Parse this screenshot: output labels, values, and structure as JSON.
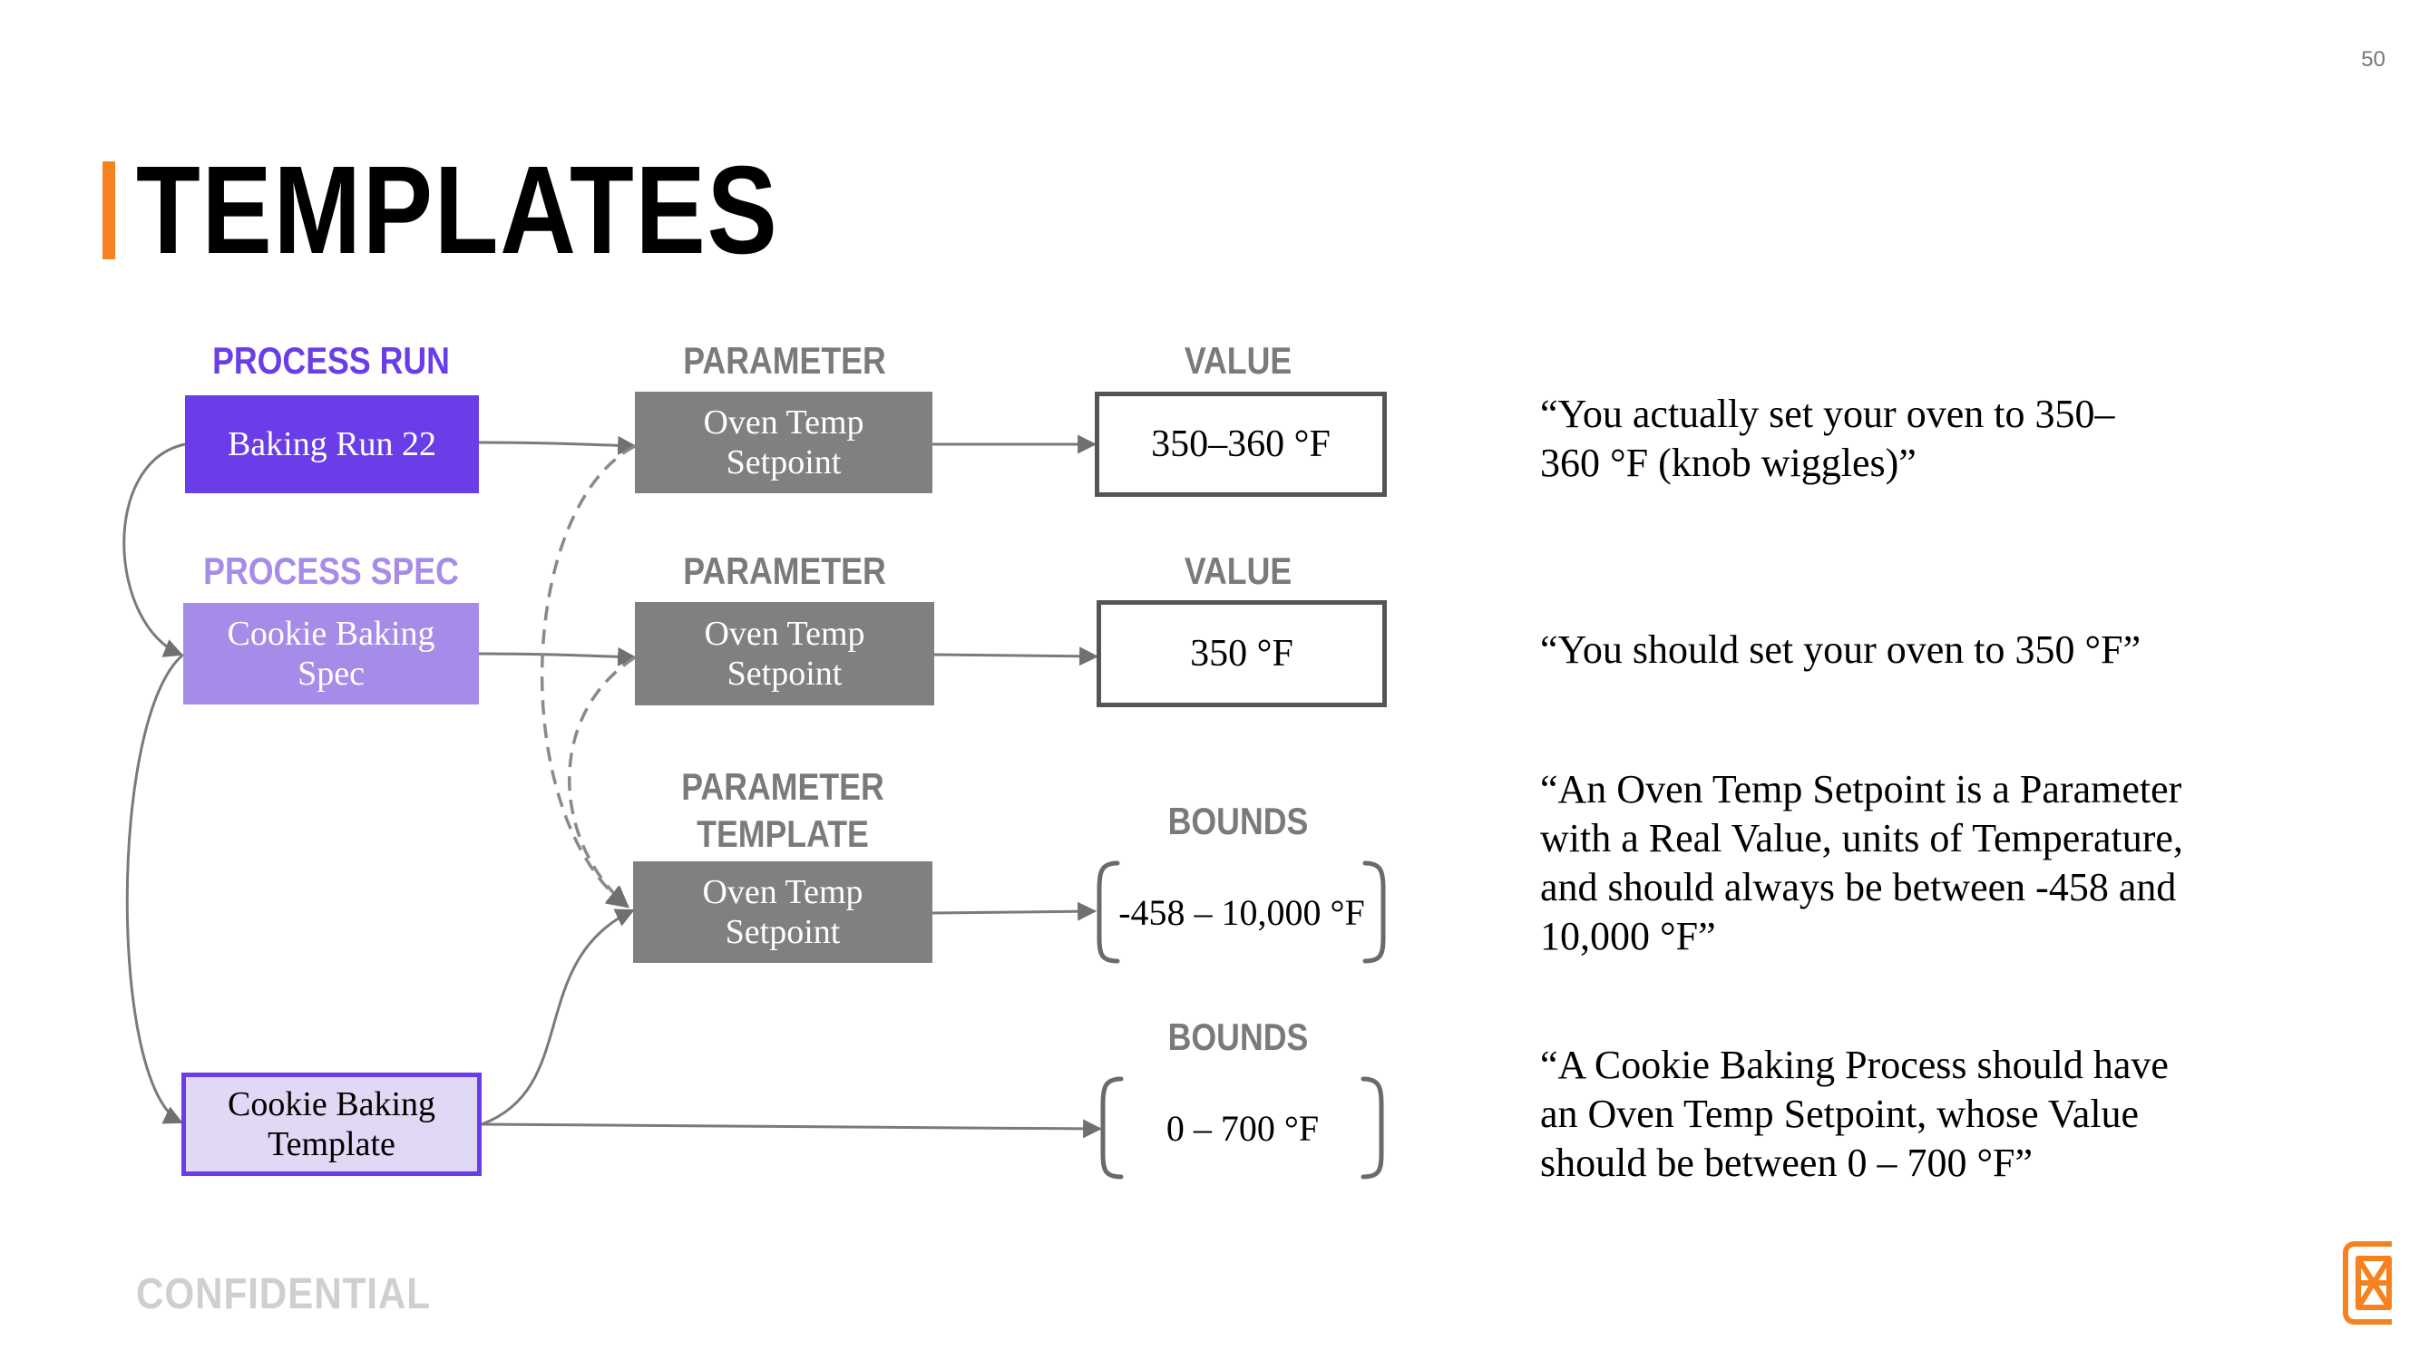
{
  "page_number": "50",
  "title": "TEMPLATES",
  "colors": {
    "accent": "#f5821f",
    "process_run": "#6a3de8",
    "process_spec": "#a78be8",
    "process_template": "#e0d8f5",
    "parameter_gray": "#808080",
    "header_gray": "#7a7a7a"
  },
  "headers": {
    "process_run": "PROCESS RUN",
    "process_spec": "PROCESS SPEC",
    "parameter_1": "PARAMETER",
    "parameter_2": "PARAMETER",
    "parameter_template_line1": "PARAMETER",
    "parameter_template_line2": "TEMPLATE",
    "value_1": "VALUE",
    "value_2": "VALUE",
    "bounds_1": "BOUNDS",
    "bounds_2": "BOUNDS"
  },
  "boxes": {
    "baking_run": "Baking Run 22",
    "cookie_spec_line1": "Cookie Baking",
    "cookie_spec_line2": "Spec",
    "cookie_template_line1": "Cookie Baking",
    "cookie_template_line2": "Template",
    "param_run_line1": "Oven Temp",
    "param_run_line2": "Setpoint",
    "param_spec_line1": "Oven Temp",
    "param_spec_line2": "Setpoint",
    "param_template_line1": "Oven Temp",
    "param_template_line2": "Setpoint"
  },
  "values": {
    "run_value": "350–360 °F",
    "spec_value": "350 °F",
    "param_bounds": "-458 – 10,000 °F",
    "template_bounds": "0 – 700 °F"
  },
  "quotes": {
    "q1_line1": "“You actually set your oven to 350–",
    "q1_line2": "360 °F (knob wiggles)”",
    "q2_line1": "“You should set your oven to 350 °F”",
    "q3_line1": "“An Oven Temp Setpoint is a Parameter",
    "q3_line2": "with a Real Value, units of Temperature,",
    "q3_line3": "and should always be between -458 and",
    "q3_line4": "10,000 °F”",
    "q4_line1": "“A Cookie Baking Process should have",
    "q4_line2": "an Oven Temp Setpoint, whose Value",
    "q4_line3": "should be between 0 – 700 °F”"
  },
  "footer": "CONFIDENTIAL",
  "icons": [
    "citrine-logo-icon"
  ]
}
